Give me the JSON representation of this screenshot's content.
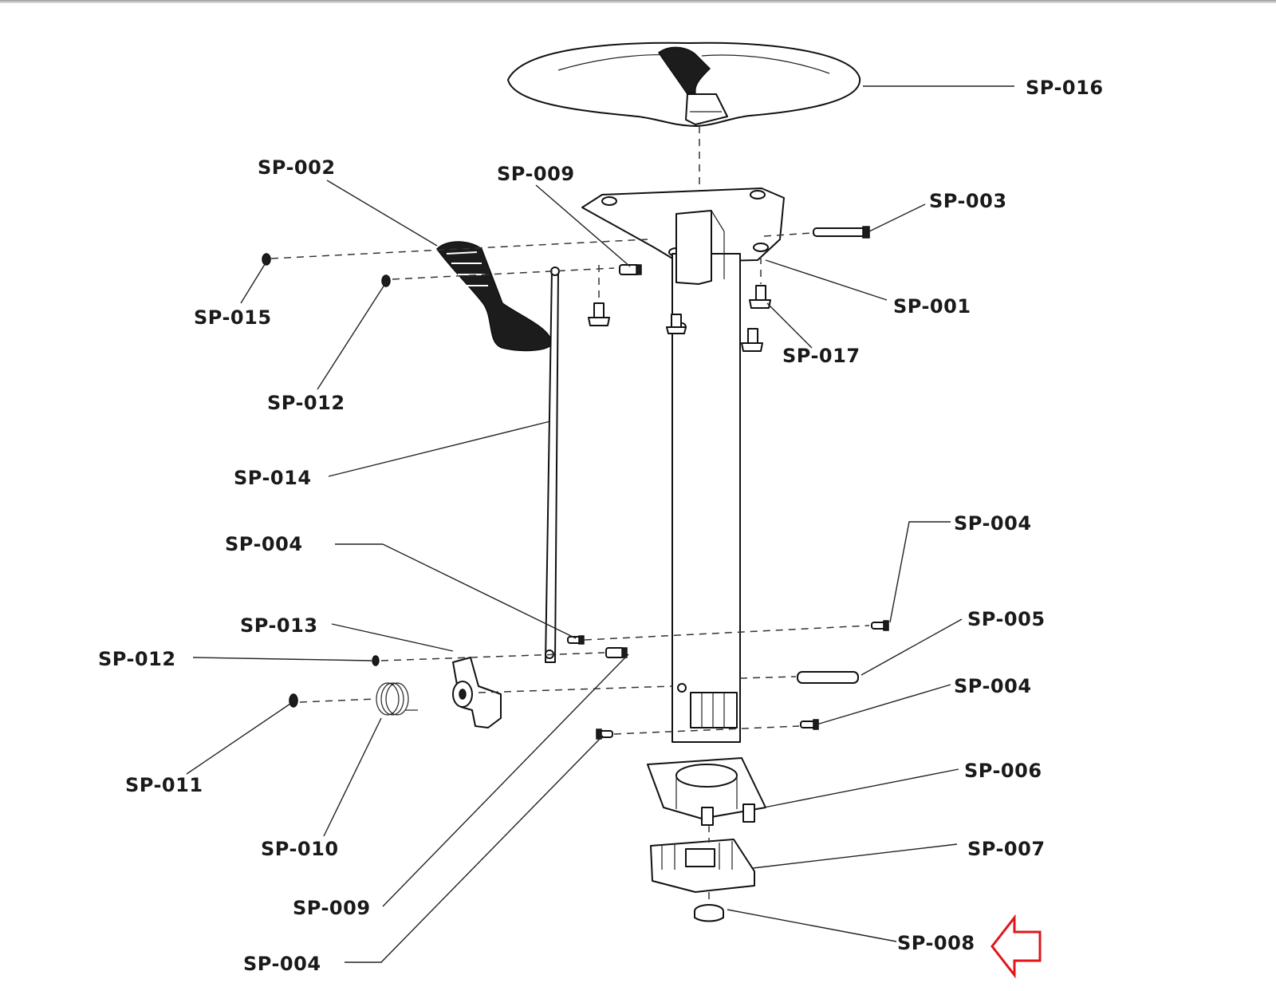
{
  "labels": {
    "sp016": "SP-016",
    "sp002": "SP-002",
    "sp009_top": "SP-009",
    "sp003": "SP-003",
    "sp015": "SP-015",
    "sp001": "SP-001",
    "sp017": "SP-017",
    "sp012_top": "SP-012",
    "sp014": "SP-014",
    "sp004_left": "SP-004",
    "sp004_right_top": "SP-004",
    "sp005": "SP-005",
    "sp013": "SP-013",
    "sp012_left": "SP-012",
    "sp004_right_mid": "SP-004",
    "sp006": "SP-006",
    "sp011": "SP-011",
    "sp010": "SP-010",
    "sp007": "SP-007",
    "sp009_bottom": "SP-009",
    "sp008": "SP-008",
    "sp004_bottom": "SP-004"
  },
  "highlight": {
    "target": "SP-008",
    "icon": "left-arrow-outline-icon",
    "color": "#e0161b"
  }
}
